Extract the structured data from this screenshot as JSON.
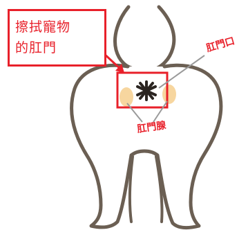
{
  "callout": {
    "line1": "擦拭寵物",
    "line2": "的肛門"
  },
  "labels": {
    "anal_opening": "肛門口",
    "anal_gland": "肛門腺"
  },
  "colors": {
    "outline": "#6b5f53",
    "annotation_red": "#e8202a",
    "gland_fill": "#f6cf8e",
    "leader_line": "#9a9a9a",
    "anus_mark": "#2b2521"
  },
  "icons": {
    "arrow": "arrow-down-right",
    "anus": "star-burst"
  }
}
